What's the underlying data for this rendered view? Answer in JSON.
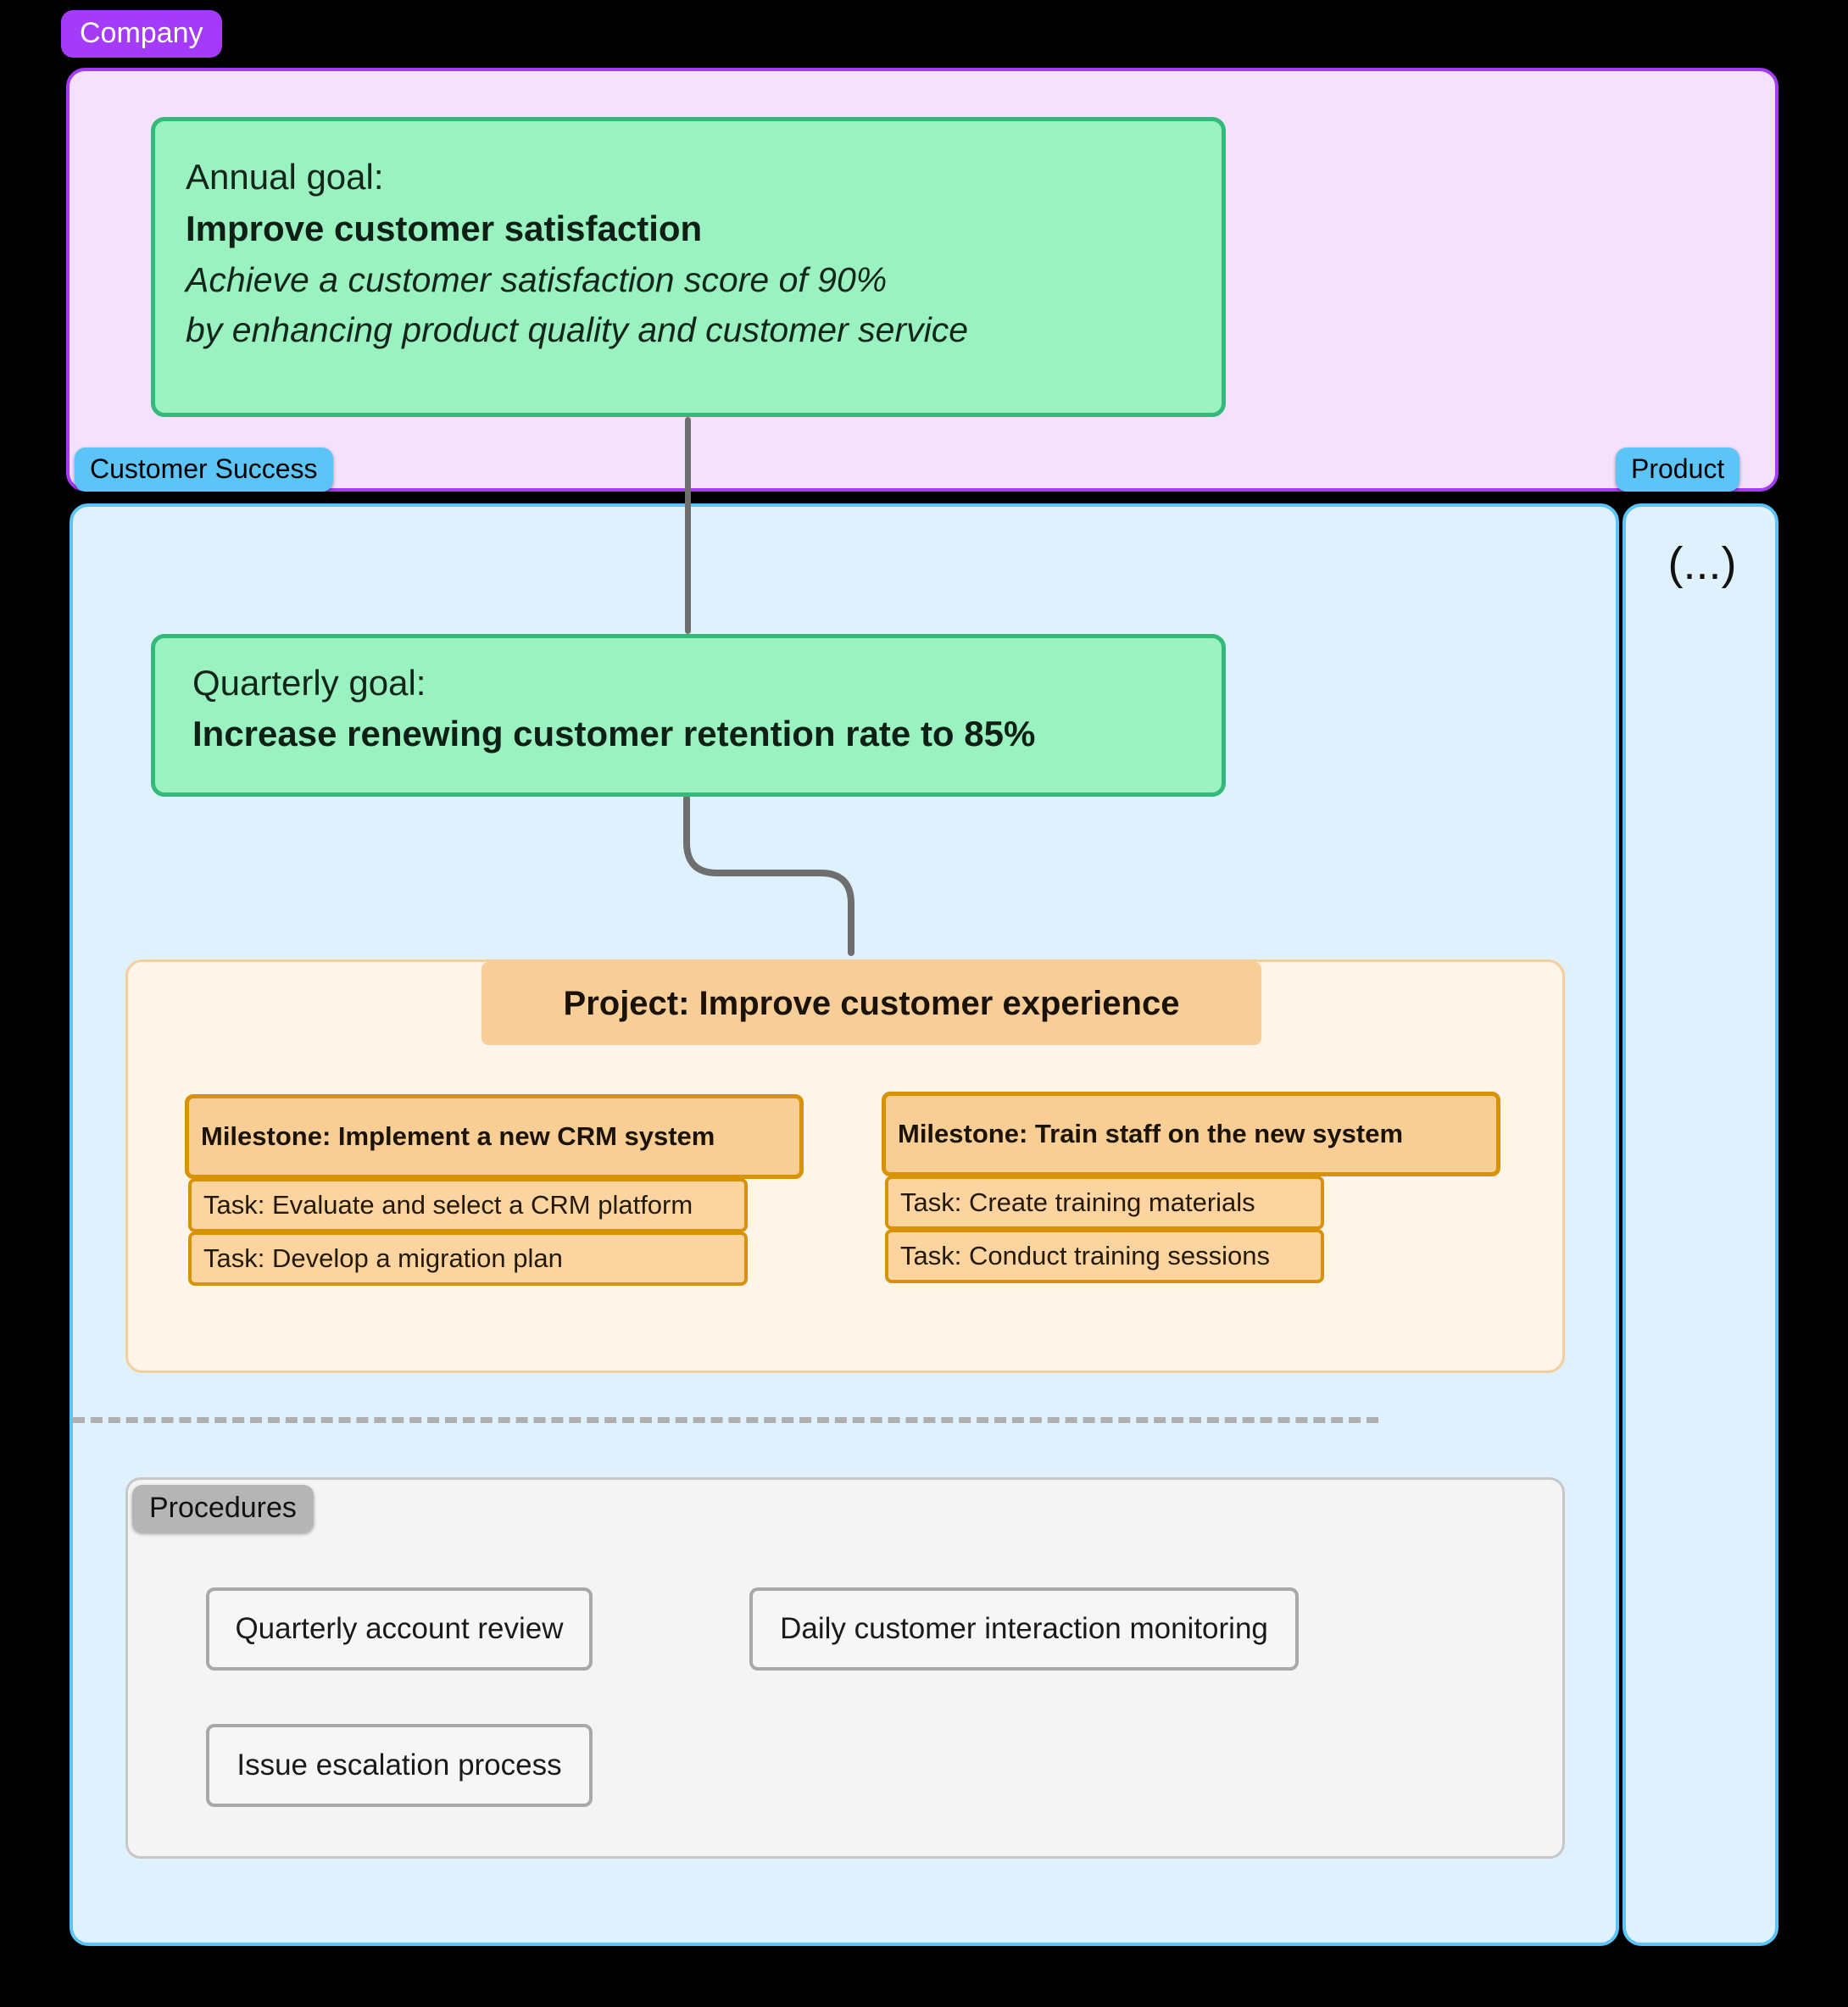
{
  "company": {
    "badge_label": "Company",
    "panel_color": "#F4E1FB",
    "border_color": "#A53BFA"
  },
  "annual_goal": {
    "label": "Annual goal:",
    "title": "Improve customer satisfaction",
    "description_line_1": "Achieve a customer satisfaction score of 90%",
    "description_line_2": "by enhancing product quality and customer service",
    "fill_color": "#99F2BF",
    "border_color": "#34B97B"
  },
  "teams": {
    "customer_success": {
      "badge_label": "Customer Success",
      "badge_color": "#5CC4F7",
      "panel_color": "#DFF1FC"
    },
    "product": {
      "badge_label": "Product",
      "collapsed_indicator": "(...)",
      "badge_color": "#5CC4F7",
      "panel_color": "#DFF1FC"
    }
  },
  "quarterly_goal": {
    "label": "Quarterly goal:",
    "title": "Increase renewing customer retention rate to 85%",
    "fill_color": "#99F2BF",
    "border_color": "#34B97B"
  },
  "project": {
    "header_label": "Project: Improve customer experience",
    "container_color": "#FEF5EA",
    "header_color": "#F8CE98",
    "milestones": [
      {
        "label": "Milestone: Implement a new CRM system",
        "tasks": [
          "Task: Evaluate and select a CRM platform",
          "Task: Develop a migration plan"
        ]
      },
      {
        "label": "Milestone: Train staff on the new system",
        "tasks": [
          "Task: Create training materials",
          "Task: Conduct training sessions"
        ]
      }
    ]
  },
  "procedures": {
    "badge_label": "Procedures",
    "badge_color": "#B5B5B5",
    "items": [
      "Quarterly account review",
      "Daily customer interaction monitoring",
      "Issue escalation process"
    ]
  }
}
